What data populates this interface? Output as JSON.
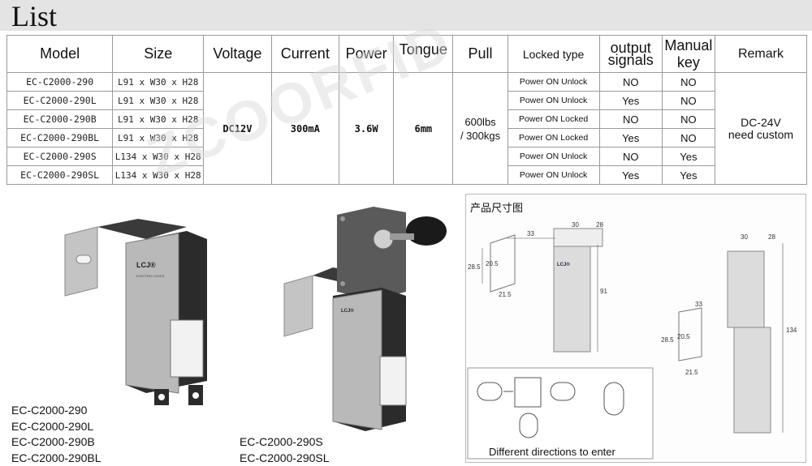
{
  "title": "List",
  "headers": {
    "model": "Model",
    "size": "Size",
    "voltage": "Voltage",
    "current": "Current",
    "power": "Power",
    "tongue": "Tongue",
    "pull": "Pull",
    "locked_type": "Locked type",
    "output_signals_1": "output",
    "output_signals_2": "signals",
    "manual_key": "Manual key",
    "remark": "Remark"
  },
  "shared": {
    "voltage": "DC12V",
    "current": "300mA",
    "power": "3.6W",
    "tongue": "6mm",
    "pull_1": "600lbs",
    "pull_2": "/ 300kgs",
    "remark_1": "DC-24V",
    "remark_2": "need custom"
  },
  "rows": [
    {
      "model": "EC-C2000-290",
      "size": "L91 x W30 x H28",
      "locked": "Power ON Unlock",
      "output": "NO",
      "key": "NO"
    },
    {
      "model": "EC-C2000-290L",
      "size": "L91 x W30 x H28",
      "locked": "Power ON Unlock",
      "output": "Yes",
      "key": "NO"
    },
    {
      "model": "EC-C2000-290B",
      "size": "L91 x W30 x H28",
      "locked": "Power ON Locked",
      "output": "NO",
      "key": "NO"
    },
    {
      "model": "EC-C2000-290BL",
      "size": "L91 x W30 x H28",
      "locked": "Power ON Locked",
      "output": "Yes",
      "key": "NO"
    },
    {
      "model": "EC-C2000-290S",
      "size": "L134 x W30 x H28",
      "locked": "Power ON Unlock",
      "output": "NO",
      "key": "Yes"
    },
    {
      "model": "EC-C2000-290SL",
      "size": "L134 x W30 x H28",
      "locked": "Power ON Unlock",
      "output": "Yes",
      "key": "Yes"
    }
  ],
  "watermark": "ZCOORFID",
  "product_brand": "LCJ®",
  "product_subtitle": "ELECTRIC LOCKS",
  "caption_left": [
    "EC-C2000-290",
    "EC-C2000-290L",
    "EC-C2000-290B",
    "EC-C2000-290BL"
  ],
  "caption_middle": [
    "EC-C2000-290S",
    "EC-C2000-290SL"
  ],
  "dimension_title": "产品尺寸图",
  "dimensions": {
    "d33": "33",
    "d30": "30",
    "d28": "28",
    "d20_5": "20.5",
    "d28_5": "28.5",
    "d21_5": "21.5",
    "d91": "91",
    "d134": "134"
  },
  "enter_caption": "Different directions to enter",
  "colors": {
    "title_bar": "#e4e4e4",
    "border": "#9a9a9a",
    "metal": "#b8b8b8",
    "body_dark": "#2b2b2b"
  }
}
